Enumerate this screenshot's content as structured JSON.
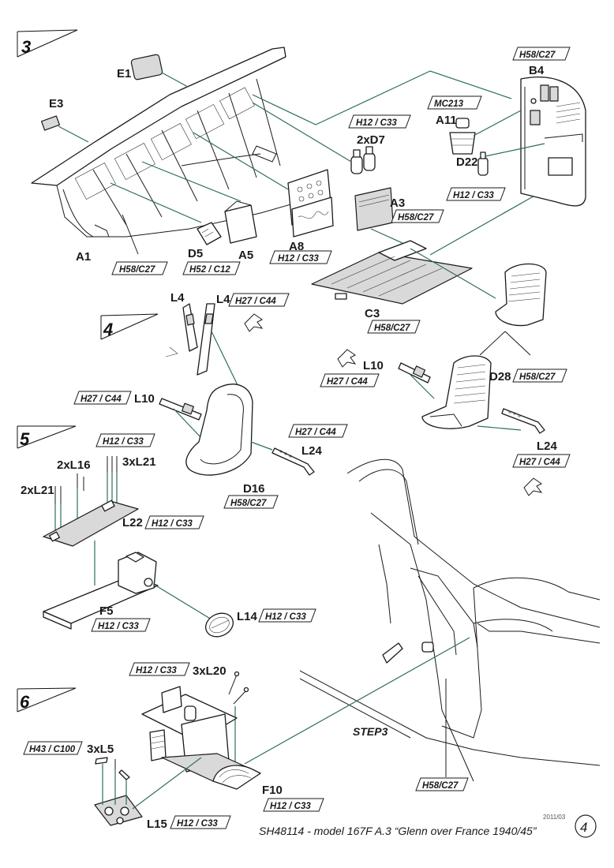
{
  "steps": [
    {
      "number": "3"
    },
    {
      "number": "4"
    },
    {
      "number": "5"
    },
    {
      "number": "6"
    }
  ],
  "labels": {
    "e1": "E1",
    "e3": "E3",
    "a1": "A1",
    "d5": "D5",
    "a5": "A5",
    "a8": "A8",
    "d7": "2xD7",
    "a3": "A3",
    "a11": "A11",
    "mc213": "MC213",
    "b4": "B4",
    "d22": "D22",
    "c3": "C3",
    "d28": "D28",
    "l4a": "L4",
    "l4b": "L4",
    "l10a": "L10",
    "l10b": "L10",
    "l24a": "L24",
    "l24b": "L24",
    "d16": "D16",
    "l16": "2xL16",
    "l21a": "3xL21",
    "l21b": "2xL21",
    "l22": "L22",
    "f5": "F5",
    "l14": "L14",
    "l20": "3xL20",
    "l5": "3xL5",
    "f10": "F10",
    "l15": "L15",
    "step3": "STEP3"
  },
  "colors": {
    "a1": "H58/C27",
    "d5a5": "H52 / C12",
    "a8": "H12 / C33",
    "d7": "H12 / C33",
    "a3": "H58/C27",
    "b4": "H58/C27",
    "d22": "H12 / C33",
    "c3": "H58/C27",
    "l4": "H27 / C44",
    "l10a": "H27 / C44",
    "l10b": "H27 / C44",
    "d28": "H58/C27",
    "l24a": "H27 / C44",
    "l24b": "H27 / C44",
    "d16": "H58/C27",
    "l21": "H12 / C33",
    "l22": "H12 / C33",
    "f5": "H12 / C33",
    "l14": "H12 / C33",
    "l20": "H12 / C33",
    "l5": "H43 / C100",
    "f10": "H12 / C33",
    "l15": "H12 / C33",
    "step3": "H58/C27"
  },
  "footer": {
    "title": "SH48114 - model 167F A.3 “Glenn over France 1940/45”",
    "date": "2011/03",
    "page": "4"
  },
  "icons": [
    "flip-arrow-icon",
    "flip-arrow-icon",
    "flip-arrow-icon",
    "flip-arrow-icon"
  ],
  "accent_color": "#2f6e57"
}
